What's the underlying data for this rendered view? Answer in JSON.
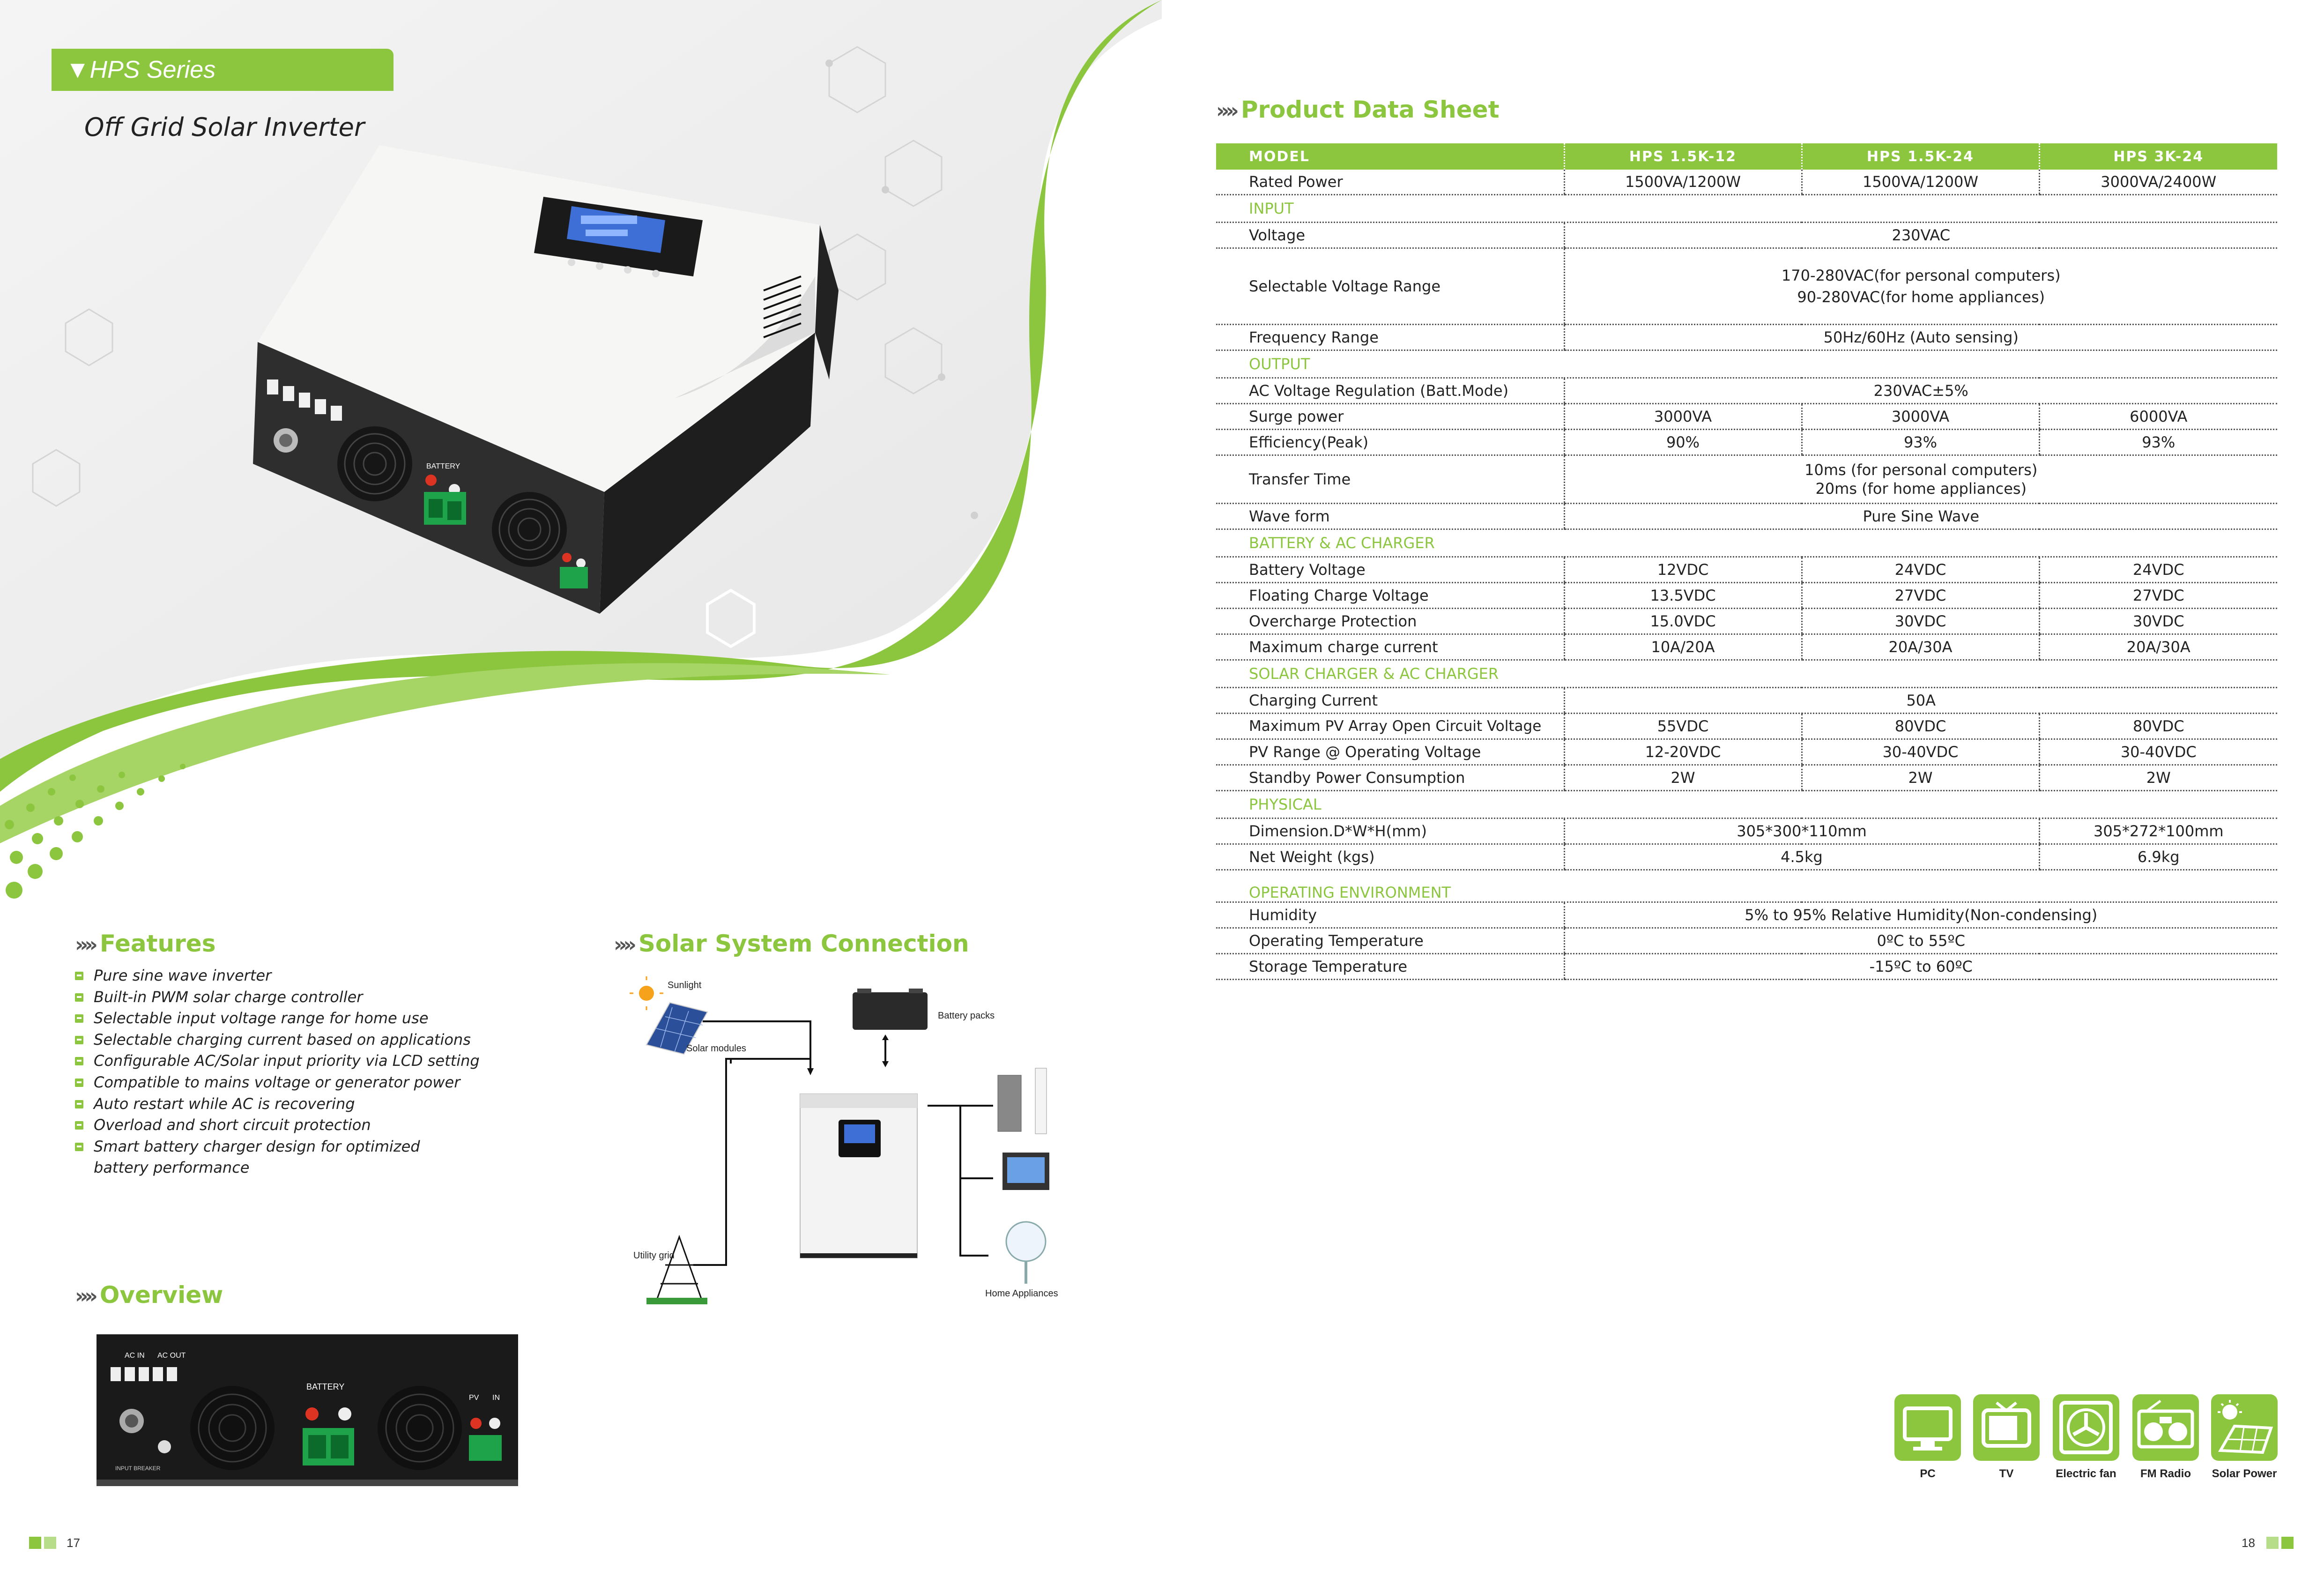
{
  "header": {
    "series": "HPS Series",
    "subtitle": "Off Grid Solar Inverter"
  },
  "inverter_device": {
    "port_labels": {
      "ac_in": "AC IN",
      "ac_out": "AC OUT",
      "battery": "BATTERY",
      "pv": "PV",
      "in": "IN",
      "breaker": "INPUT BREAKER"
    }
  },
  "sections": {
    "product_data_sheet": "Product Data Sheet",
    "features": "Features",
    "solar_system_connection": "Solar System Connection",
    "overview": "Overview"
  },
  "features": [
    "Pure sine wave inverter",
    "Built-in PWM solar charge controller",
    "Selectable input voltage range for home use",
    "Selectable charging current based on applications",
    "Configurable AC/Solar input priority via LCD setting",
    "Compatible to mains voltage or generator power",
    "Auto restart while AC is recovering",
    "Overload and short circuit protection",
    "Smart battery charger design for optimized",
    "battery performance"
  ],
  "connection_diagram": {
    "sunlight": "Sunlight",
    "solar_modules": "Solar modules",
    "battery_packs": "Battery packs",
    "utility_grid": "Utility grid",
    "home_appliances": "Home Appliances"
  },
  "spec_table": {
    "header": [
      "MODEL",
      "HPS 1.5K-12",
      "HPS 1.5K-24",
      "HPS 3K-24"
    ],
    "rated_power": {
      "label": "Rated Power",
      "values": [
        "1500VA/1200W",
        "1500VA/1200W",
        "3000VA/2400W"
      ]
    },
    "input_group": "INPUT",
    "voltage": {
      "label": "Voltage",
      "value": "230VAC"
    },
    "selectable_range": {
      "label": "Selectable Voltage Range",
      "line1": "170-280VAC(for personal computers)",
      "line2": "90-280VAC(for home appliances)"
    },
    "frequency": {
      "label": "Frequency Range",
      "value": "50Hz/60Hz (Auto sensing)"
    },
    "output_group": "OUTPUT",
    "ac_regulation": {
      "label": "AC Voltage Regulation (Batt.Mode)",
      "value": "230VAC±5%"
    },
    "surge_power": {
      "label": "Surge power",
      "values": [
        "3000VA",
        "3000VA",
        "6000VA"
      ]
    },
    "efficiency": {
      "label": "Efficiency(Peak)",
      "values": [
        "90%",
        "93%",
        "93%"
      ]
    },
    "transfer_time": {
      "label": "Transfer Time",
      "line1": "10ms (for personal computers)",
      "line2": "20ms (for home appliances)"
    },
    "wave_form": {
      "label": "Wave form",
      "value": "Pure Sine Wave"
    },
    "battery_group": "BATTERY & AC CHARGER",
    "battery_voltage": {
      "label": "Battery Voltage",
      "values": [
        "12VDC",
        "24VDC",
        "24VDC"
      ]
    },
    "floating_voltage": {
      "label": "Floating Charge Voltage",
      "values": [
        "13.5VDC",
        "27VDC",
        "27VDC"
      ]
    },
    "overcharge": {
      "label": "Overcharge Protection",
      "values": [
        "15.0VDC",
        "30VDC",
        "30VDC"
      ]
    },
    "max_charge": {
      "label": "Maximum charge current",
      "values": [
        "10A/20A",
        "20A/30A",
        "20A/30A"
      ]
    },
    "solar_group": "SOLAR CHARGER & AC CHARGER",
    "charging_current": {
      "label": "Charging Current",
      "value": "50A"
    },
    "max_pv": {
      "label": "Maximum PV Array Open Circuit Voltage",
      "values": [
        "55VDC",
        "80VDC",
        "80VDC"
      ]
    },
    "pv_range": {
      "label": "PV Range @ Operating Voltage",
      "values": [
        "12-20VDC",
        "30-40VDC",
        "30-40VDC"
      ]
    },
    "standby": {
      "label": "Standby Power Consumption",
      "values": [
        "2W",
        "2W",
        "2W"
      ]
    },
    "physical_group": "PHYSICAL",
    "dimension": {
      "label": "Dimension.D*W*H(mm)",
      "values": [
        "305*300*110mm",
        "305*272*100mm"
      ]
    },
    "net_weight": {
      "label": "Net Weight (kgs)",
      "values": [
        "4.5kg",
        "6.9kg"
      ]
    },
    "env_group": "OPERATING ENVIRONMENT",
    "humidity": {
      "label": "Humidity",
      "value": "5% to 95% Relative Humidity(Non-condensing)"
    },
    "op_temp": {
      "label": "Operating Temperature",
      "value": "0ºC to 55ºC"
    },
    "storage_temp": {
      "label": "Storage Temperature",
      "value": "-15ºC to 60ºC"
    }
  },
  "appliance_icons": [
    {
      "label": "PC",
      "icon": "pc-icon"
    },
    {
      "label": "TV",
      "icon": "tv-icon"
    },
    {
      "label": "Electric fan",
      "icon": "fan-icon"
    },
    {
      "label": "FM Radio",
      "icon": "radio-icon"
    },
    {
      "label": "Solar Power",
      "icon": "solar-power-icon"
    }
  ],
  "page_numbers": {
    "left": "17",
    "right": "18"
  },
  "colors": {
    "accent": "#8cc63f",
    "text": "#222222",
    "device_body": "#2b2b2b",
    "device_panel": "#f3f3f3"
  }
}
